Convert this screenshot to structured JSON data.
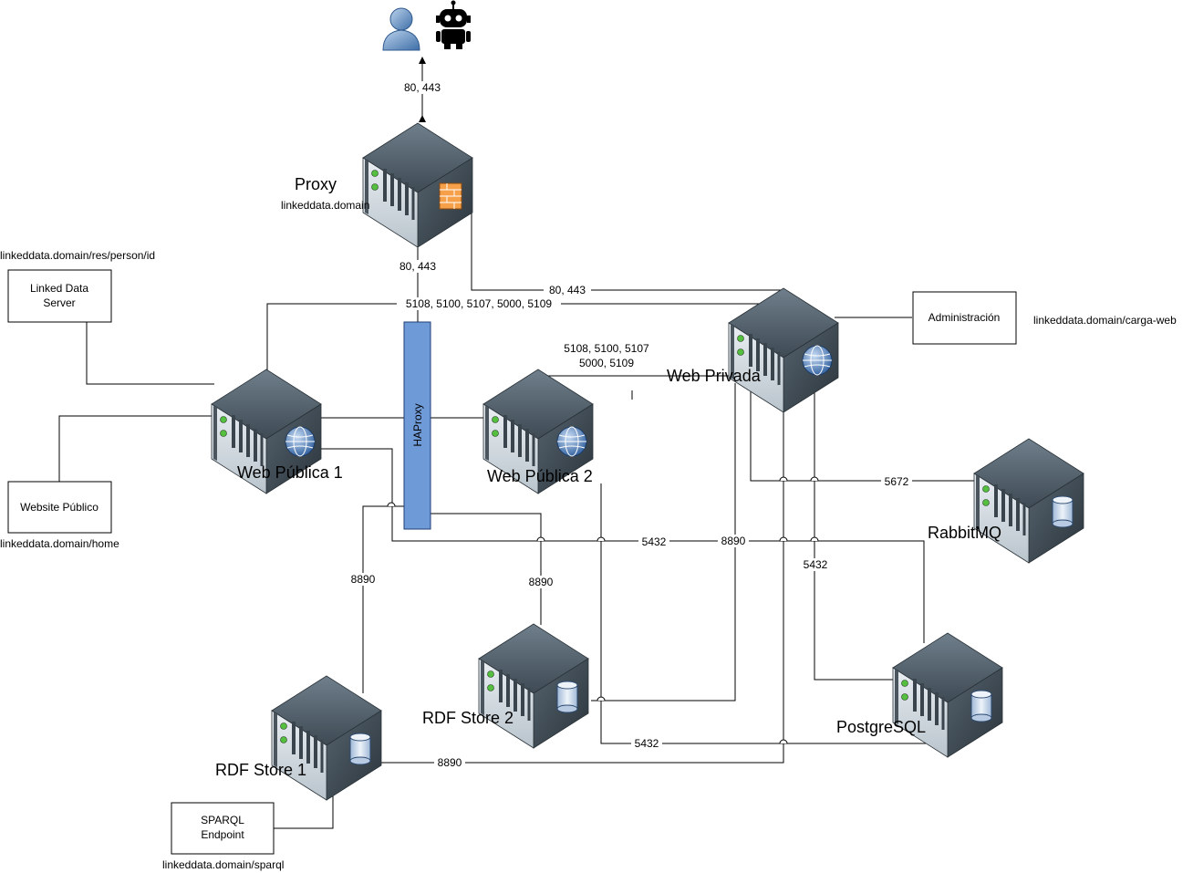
{
  "actors": {
    "user": "user-icon",
    "bot": "robot-icon"
  },
  "servers": {
    "proxy": {
      "name": "Proxy",
      "domain": "linkeddata.domain"
    },
    "web_publica_1": {
      "name": "Web Pública 1"
    },
    "web_publica_2": {
      "name": "Web Pública 2"
    },
    "web_privada": {
      "name": "Web Privada"
    },
    "rabbitmq": {
      "name": "RabbitMQ"
    },
    "postgresql": {
      "name": "PostgreSQL"
    },
    "rdf_store_1": {
      "name": "RDF Store 1"
    },
    "rdf_store_2": {
      "name": "RDF Store 2"
    }
  },
  "haproxy": {
    "label": "HAProxy",
    "color": "#6f9ad8"
  },
  "boxes": {
    "linked_data_server": {
      "line1": "Linked Data",
      "line2": "Server",
      "url": "linkeddata.domain/res/person/id"
    },
    "website_publico": {
      "label": "Website Público",
      "url": "linkeddata.domain/home"
    },
    "administracion": {
      "label": "Administración",
      "url": "linkeddata.domain/carga-web"
    },
    "sparql_endpoint": {
      "line1": "SPARQL",
      "line2": "Endpoint",
      "url": "linkeddata.domain/sparql"
    }
  },
  "ports": {
    "internet": "80, 443",
    "proxy_haproxy": "80, 443",
    "proxy_privada": "80, 443",
    "web1_privada": "5108, 5100, 5107, 5000, 5109",
    "web2_privada_line1": "5108, 5100, 5107",
    "web2_privada_line2": "5000, 5109",
    "rdf1": "8890",
    "rdf2": "8890",
    "postgres_main": "5432",
    "privada_rdf": "8890",
    "privada_postgres": "5432",
    "rabbit": "5672",
    "postgres_bottom": "5432",
    "rdf1_bottom": "8890"
  }
}
